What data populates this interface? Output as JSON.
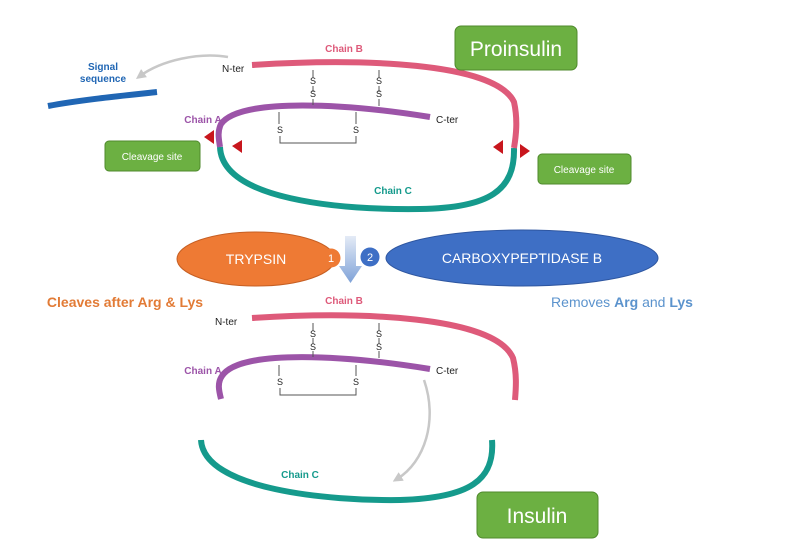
{
  "colors": {
    "chain_b": "#de5a7a",
    "chain_a": "#9c54a8",
    "chain_c": "#159a8c",
    "signal": "#2066b4",
    "green_box": "#6cb042",
    "cleavage_marker": "#c8161d",
    "trypsin": "#ee7a34",
    "carboxypeptidase": "#3e6fc5",
    "label_orange": "#e27b36",
    "label_blue": "#5b93cd"
  },
  "proinsulin": {
    "title": "Proinsulin",
    "chain_b_label": "Chain B",
    "chain_a_label": "Chain A",
    "chain_c_label": "Chain C",
    "n_ter": "N-ter",
    "c_ter": "C-ter",
    "signal_sequence": [
      "Signal",
      "sequence"
    ],
    "cleavage_left": "Cleavage site",
    "cleavage_right": "Cleavage site",
    "sulfur": "S"
  },
  "enzymes": {
    "trypsin": "TRYPSIN",
    "step1": "1",
    "step2": "2",
    "carboxypeptidase": "CARBOXYPEPTIDASE B",
    "trypsin_action": "Cleaves after Arg & Lys",
    "carboxy_action": {
      "prefix": "Removes ",
      "arg": "Arg",
      "middle": " and ",
      "lys": "Lys"
    }
  },
  "insulin": {
    "title": "Insulin",
    "chain_b_label": "Chain B",
    "chain_a_label": "Chain A",
    "chain_c_label": "Chain C",
    "n_ter": "N-ter",
    "c_ter": "C-ter",
    "sulfur": "S"
  }
}
